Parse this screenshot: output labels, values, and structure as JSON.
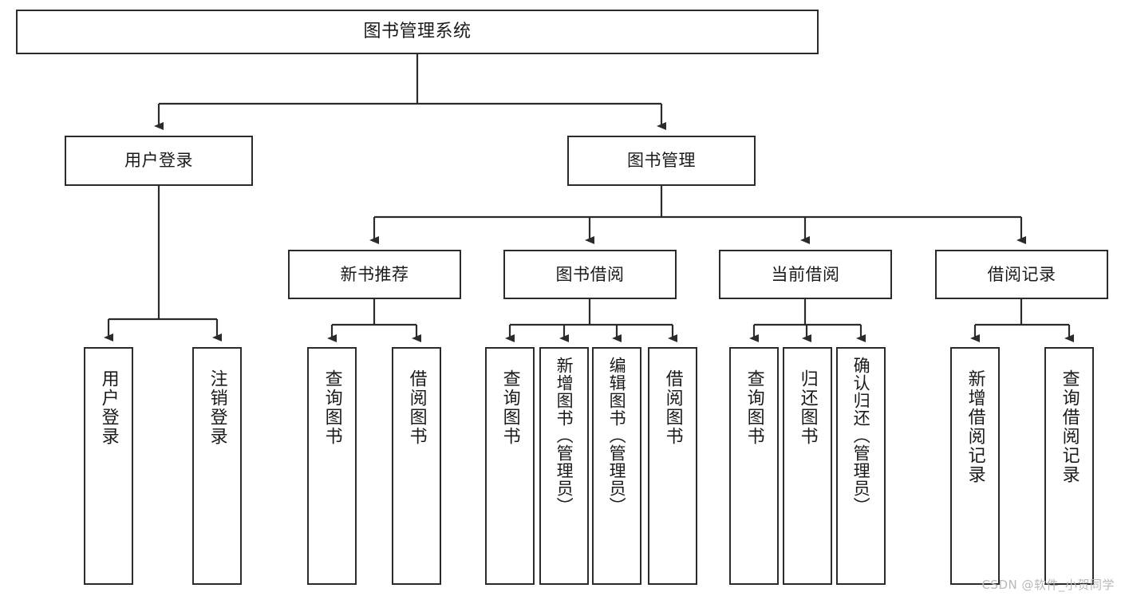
{
  "diagram": {
    "type": "tree",
    "title": "图书管理系统",
    "root": {
      "label": "图书管理系统"
    },
    "level2": [
      {
        "label": "用户登录"
      },
      {
        "label": "图书管理"
      }
    ],
    "level3": [
      {
        "label": "新书推荐"
      },
      {
        "label": "图书借阅"
      },
      {
        "label": "当前借阅"
      },
      {
        "label": "借阅记录"
      }
    ],
    "leaves": {
      "user_login": [
        {
          "label": "用户登录"
        },
        {
          "label": "注销登录"
        }
      ],
      "new_book_recommend": [
        {
          "label": "查询图书"
        },
        {
          "label": "借阅图书"
        }
      ],
      "book_borrow": [
        {
          "label": "查询图书"
        },
        {
          "label": "新增图书（管理员）"
        },
        {
          "label": "编辑图书（管理员）"
        },
        {
          "label": "借阅图书"
        }
      ],
      "current_borrow": [
        {
          "label": "查询图书"
        },
        {
          "label": "归还图书"
        },
        {
          "label": "确认归还（管理员）"
        }
      ],
      "borrow_record": [
        {
          "label": "新增借阅记录"
        },
        {
          "label": "查询借阅记录"
        }
      ]
    },
    "colors": {
      "stroke": "#2b2b2b",
      "fill": "#ffffff",
      "text": "#1a1a1a",
      "watermark": "#b9b9b9"
    }
  },
  "watermark": {
    "text": "CSDN @软件_小贺同学"
  }
}
